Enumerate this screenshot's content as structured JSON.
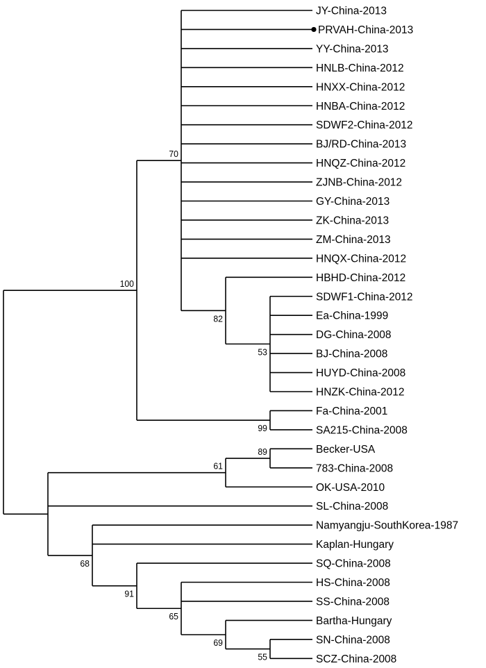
{
  "tree": {
    "id": "root",
    "children": [
      {
        "id": "n100",
        "bootstrap": "100",
        "children": [
          {
            "id": "n70",
            "bootstrap": "70",
            "children": [
              {
                "name": "JY-China-2013"
              },
              {
                "name": "PRVAH-China-2013",
                "marked": true
              },
              {
                "name": "YY-China-2013"
              },
              {
                "name": "HNLB-China-2012"
              },
              {
                "name": "HNXX-China-2012"
              },
              {
                "name": "HNBA-China-2012"
              },
              {
                "name": "SDWF2-China-2012"
              },
              {
                "name": "BJ/RD-China-2013"
              },
              {
                "name": "HNQZ-China-2012"
              },
              {
                "name": "ZJNB-China-2012"
              },
              {
                "name": "GY-China-2013"
              },
              {
                "name": "ZK-China-2013"
              },
              {
                "name": "ZM-China-2013"
              },
              {
                "name": "HNQX-China-2012"
              },
              {
                "id": "n82",
                "bootstrap": "82",
                "children": [
                  {
                    "name": "HBHD-China-2012"
                  },
                  {
                    "id": "n53",
                    "bootstrap": "53",
                    "children": [
                      {
                        "name": "SDWF1-China-2012"
                      },
                      {
                        "name": "Ea-China-1999"
                      },
                      {
                        "name": "DG-China-2008"
                      },
                      {
                        "name": "BJ-China-2008"
                      },
                      {
                        "name": "HUYD-China-2008"
                      },
                      {
                        "name": "HNZK-China-2012"
                      }
                    ]
                  }
                ]
              }
            ]
          },
          {
            "id": "n99",
            "bootstrap": "99",
            "children": [
              {
                "name": "Fa-China-2001"
              },
              {
                "name": "SA215-China-2008"
              }
            ]
          }
        ]
      },
      {
        "id": "nlow",
        "children": [
          {
            "id": "n61",
            "bootstrap": "61",
            "children": [
              {
                "id": "n89",
                "bootstrap": "89",
                "children": [
                  {
                    "name": "Becker-USA"
                  },
                  {
                    "name": "783-China-2008"
                  }
                ]
              },
              {
                "name": "OK-USA-2010"
              }
            ]
          },
          {
            "name": "SL-China-2008"
          },
          {
            "id": "n68",
            "bootstrap": "68",
            "children": [
              {
                "name": "Namyangju-SouthKorea-1987"
              },
              {
                "name": "Kaplan-Hungary"
              },
              {
                "id": "n91",
                "bootstrap": "91",
                "children": [
                  {
                    "name": "SQ-China-2008"
                  },
                  {
                    "id": "n65",
                    "bootstrap": "65",
                    "children": [
                      {
                        "name": "HS-China-2008"
                      },
                      {
                        "name": "SS-China-2008"
                      },
                      {
                        "id": "n69",
                        "bootstrap": "69",
                        "children": [
                          {
                            "name": "Bartha-Hungary"
                          },
                          {
                            "id": "n55",
                            "bootstrap": "55",
                            "children": [
                              {
                                "name": "SN-China-2008"
                              },
                              {
                                "name": "SCZ-China-2008"
                              }
                            ]
                          }
                        ]
                      }
                    ]
                  }
                ]
              }
            ]
          }
        ]
      }
    ]
  }
}
